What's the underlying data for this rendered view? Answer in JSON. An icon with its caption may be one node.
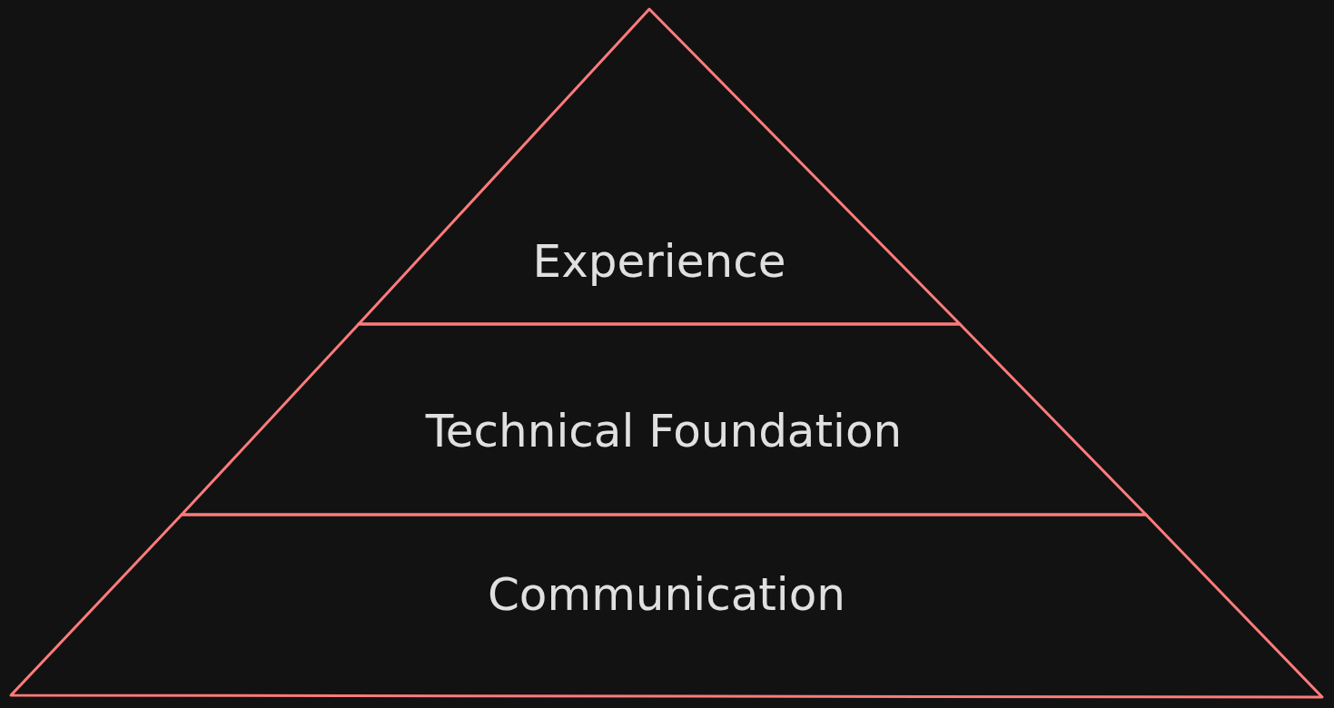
{
  "diagram": {
    "nodes": [
      {
        "text": [
          "Experience"
        ]
      },
      {
        "text": [
          "Technical Foundation"
        ]
      },
      {
        "text": [
          "Communication"
        ]
      }
    ]
  }
}
